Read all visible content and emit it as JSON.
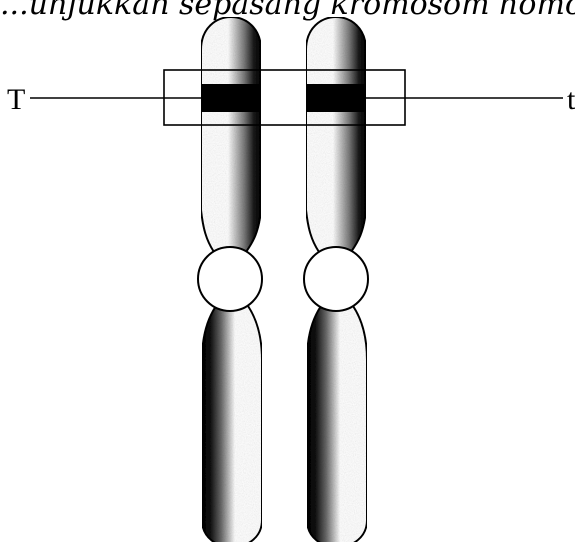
{
  "caption": "...unjukkan sepasang kromosom homolog",
  "labels": {
    "left": "T",
    "right": "t"
  },
  "colors": {
    "ink": "#000000",
    "paper": "#ffffff"
  }
}
